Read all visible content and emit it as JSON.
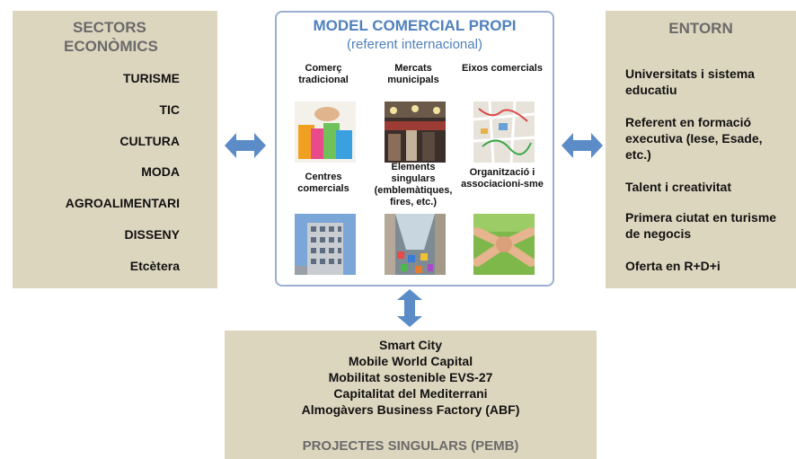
{
  "sectors": {
    "title_line1": "SECTORS",
    "title_line2": "ECONÒMICS",
    "items": [
      "TURISME",
      "TIC",
      "CULTURA",
      "MODA",
      "AGROALIMENTARI",
      "DISSENY",
      "Etcètera"
    ]
  },
  "model": {
    "title": "MODEL COMERCIAL PROPI",
    "subtitle": "(referent internacional)",
    "cells": [
      {
        "label": "Comerç tradicional",
        "icon": "shopping-bags-icon"
      },
      {
        "label": "Mercats municipals",
        "icon": "market-icon"
      },
      {
        "label": "Eixos comercials",
        "icon": "map-icon"
      },
      {
        "label": "Centres comercials",
        "icon": "building-icon"
      },
      {
        "label": "Elements singulars (emblemàtiques, fires, etc.)",
        "icon": "street-fair-icon"
      },
      {
        "label": "Organització i associacioni-sme",
        "icon": "joined-hands-icon"
      }
    ]
  },
  "entorn": {
    "title": "ENTORN",
    "items": [
      "Universitats i sistema educatiu",
      "Referent en formació executiva (Iese, Esade, etc.)",
      "Talent i creativitat",
      "Primera ciutat en turisme de negocis",
      "Oferta en R+D+i"
    ]
  },
  "projects": {
    "items": [
      "Smart City",
      "Mobile World Capital",
      "Mobilitat sostenible EVS-27",
      "Capitalitat del Mediterrani",
      "Almogàvers Business Factory (ABF)"
    ],
    "title": "PROJECTES SINGULARS (PEMB)"
  },
  "colors": {
    "panel": "#ddd6bf",
    "accent": "#4f81bd",
    "arrow": "#4f81bd",
    "title_grey": "#6a6a6a"
  }
}
